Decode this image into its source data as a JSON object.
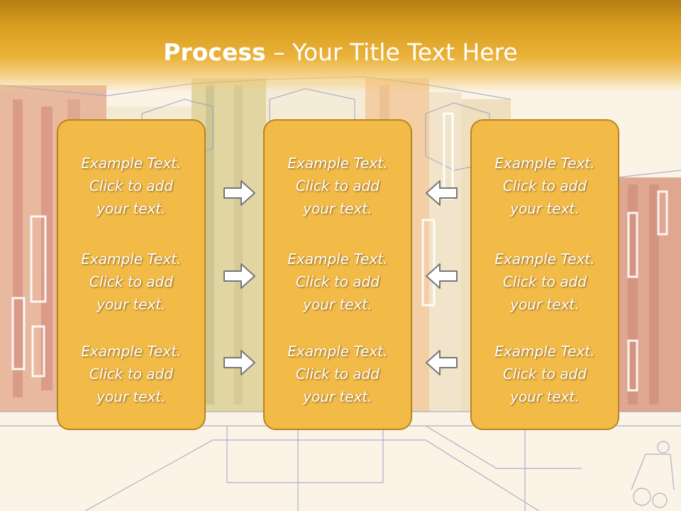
{
  "slide": {
    "title_bold": "Process",
    "title_rest": " – Your Title Text Here"
  },
  "columns": [
    {
      "items": [
        {
          "line1": "Example Text.",
          "line2": "Click  to add",
          "line3": "your text."
        },
        {
          "line1": "Example Text.",
          "line2": "Click  to add",
          "line3": "your text."
        },
        {
          "line1": "Example Text.",
          "line2": "Click  to add",
          "line3": "your text."
        }
      ]
    },
    {
      "items": [
        {
          "line1": "Example Text.",
          "line2": "Click  to add",
          "line3": "your text."
        },
        {
          "line1": "Example Text.",
          "line2": "Click  to add",
          "line3": "your text."
        },
        {
          "line1": "Example Text.",
          "line2": "Click  to add",
          "line3": "your text."
        }
      ]
    },
    {
      "items": [
        {
          "line1": "Example Text.",
          "line2": "Click  to add",
          "line3": "your text."
        },
        {
          "line1": "Example Text.",
          "line2": "Click  to add",
          "line3": "your text."
        },
        {
          "line1": "Example Text.",
          "line2": "Click  to add",
          "line3": "your text."
        }
      ]
    }
  ],
  "arrows": {
    "left_group": "arrow-right-icon",
    "right_group": "arrow-left-icon"
  },
  "colors": {
    "title_bar": "#d99e1f",
    "box_fill": "#f2bb48",
    "box_border": "#b8841f",
    "text": "#ffffff"
  }
}
